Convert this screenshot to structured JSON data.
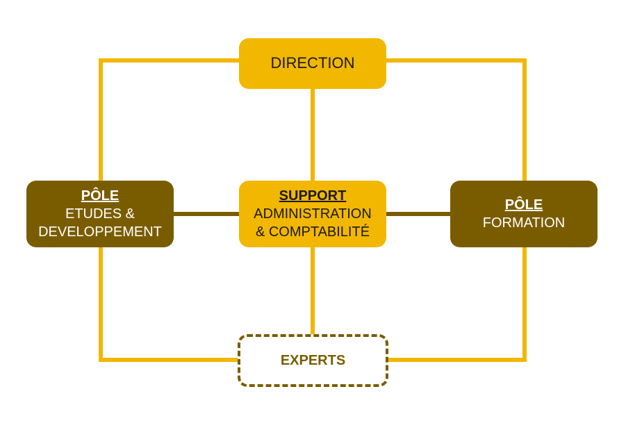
{
  "colors": {
    "gold": "#F2B700",
    "brown": "#7A5C00",
    "connector_gold": "#F2B700",
    "connector_brown": "#7A5C00"
  },
  "direction": {
    "label": "DIRECTION"
  },
  "support": {
    "heading": "SUPPORT",
    "line1": "ADMINISTRATION",
    "line2": "& COMPTABILITÉ"
  },
  "pole_etudes": {
    "heading": "PÔLE",
    "line1": "ETUDES &",
    "line2": "DEVELOPPEMENT"
  },
  "pole_formation": {
    "heading": "PÔLE",
    "line1": "FORMATION"
  },
  "experts": {
    "label": "EXPERTS"
  }
}
